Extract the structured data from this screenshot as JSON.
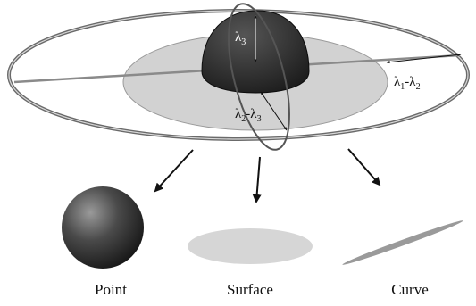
{
  "labels": {
    "lambda3": {
      "main": "λ",
      "sub": "3"
    },
    "lambda1_minus_lambda2": {
      "a": "λ",
      "a_sub": "1",
      "op": "-",
      "b": "λ",
      "b_sub": "2"
    },
    "lambda2_minus_lambda3": {
      "a": "λ",
      "a_sub": "2",
      "op": "-",
      "b": "λ",
      "b_sub": "3"
    }
  },
  "categories": {
    "point": "Point",
    "surface": "Surface",
    "curve": "Curve"
  }
}
